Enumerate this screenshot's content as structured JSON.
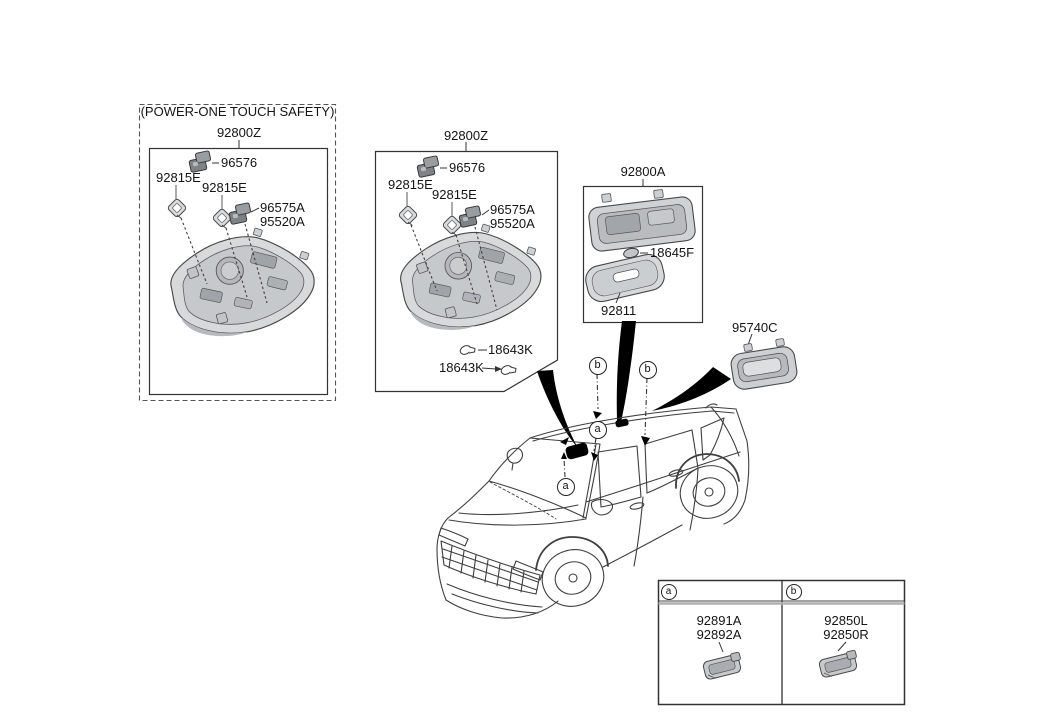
{
  "panels": {
    "left": {
      "note": "(POWER-ONE TOUCH SAFETY)",
      "assembly": "92800Z",
      "connector": "96576",
      "clip_left": "92815E",
      "clip_center": "92815E",
      "switch_line1": "96575A",
      "switch_line2": "95520A"
    },
    "middle": {
      "assembly": "92800Z",
      "connector": "96576",
      "clip_left": "92815E",
      "clip_center": "92815E",
      "switch_line1": "96575A",
      "switch_line2": "95520A",
      "bulb_upper": "18643K",
      "bulb_lower": "18643K"
    },
    "room_lamp": {
      "assembly": "92800A",
      "bulb": "18645F",
      "lens": "92811"
    },
    "vanity_lamp": {
      "label": "95740C"
    }
  },
  "callouts": {
    "a": "a",
    "b": "b"
  },
  "legend": {
    "cell_a": {
      "callout": "a",
      "part1": "92891A",
      "part2": "92892A"
    },
    "cell_b": {
      "callout": "b",
      "part1": "92850L",
      "part2": "92850R"
    }
  },
  "colors": {
    "line": "#3f3f3f",
    "fill_light": "#d7d9db",
    "fill_mid": "#b4b8bb",
    "fill_dark": "#7d8287"
  }
}
